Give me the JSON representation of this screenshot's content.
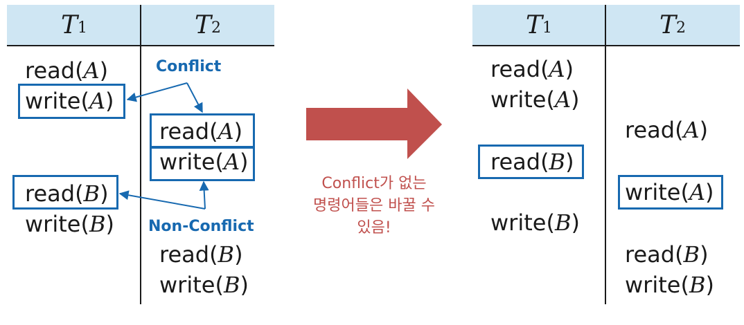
{
  "left_table": {
    "headers": [
      {
        "base": "T",
        "sub": "1"
      },
      {
        "base": "T",
        "sub": "2"
      }
    ],
    "t1_ops": [
      {
        "fn": "read",
        "arg": "A"
      },
      {
        "fn": "write",
        "arg": "A"
      },
      {
        "fn": "read",
        "arg": "B"
      },
      {
        "fn": "write",
        "arg": "B"
      }
    ],
    "t2_ops": [
      {
        "fn": "read",
        "arg": "A"
      },
      {
        "fn": "write",
        "arg": "A"
      },
      {
        "fn": "read",
        "arg": "B"
      },
      {
        "fn": "write",
        "arg": "B"
      }
    ],
    "labels": {
      "conflict": "Conflict",
      "non_conflict": "Non-Conflict"
    }
  },
  "middle": {
    "text_lines": [
      "Conflict가 없는",
      "명령어들은 바꿀 수",
      "있음!"
    ],
    "arrow_color": "#c0504d"
  },
  "right_table": {
    "headers": [
      {
        "base": "T",
        "sub": "1"
      },
      {
        "base": "T",
        "sub": "2"
      }
    ],
    "t1_ops": [
      {
        "fn": "read",
        "arg": "A"
      },
      {
        "fn": "write",
        "arg": "A"
      },
      {
        "fn": "read",
        "arg": "B"
      },
      {
        "fn": "write",
        "arg": "B"
      }
    ],
    "t2_ops": [
      {
        "fn": "read",
        "arg": "A"
      },
      {
        "fn": "write",
        "arg": "A"
      },
      {
        "fn": "read",
        "arg": "B"
      },
      {
        "fn": "write",
        "arg": "B"
      }
    ]
  },
  "colors": {
    "header_bg": "#cfe6f3",
    "highlight": "#1769b0",
    "note": "#c0504d"
  }
}
